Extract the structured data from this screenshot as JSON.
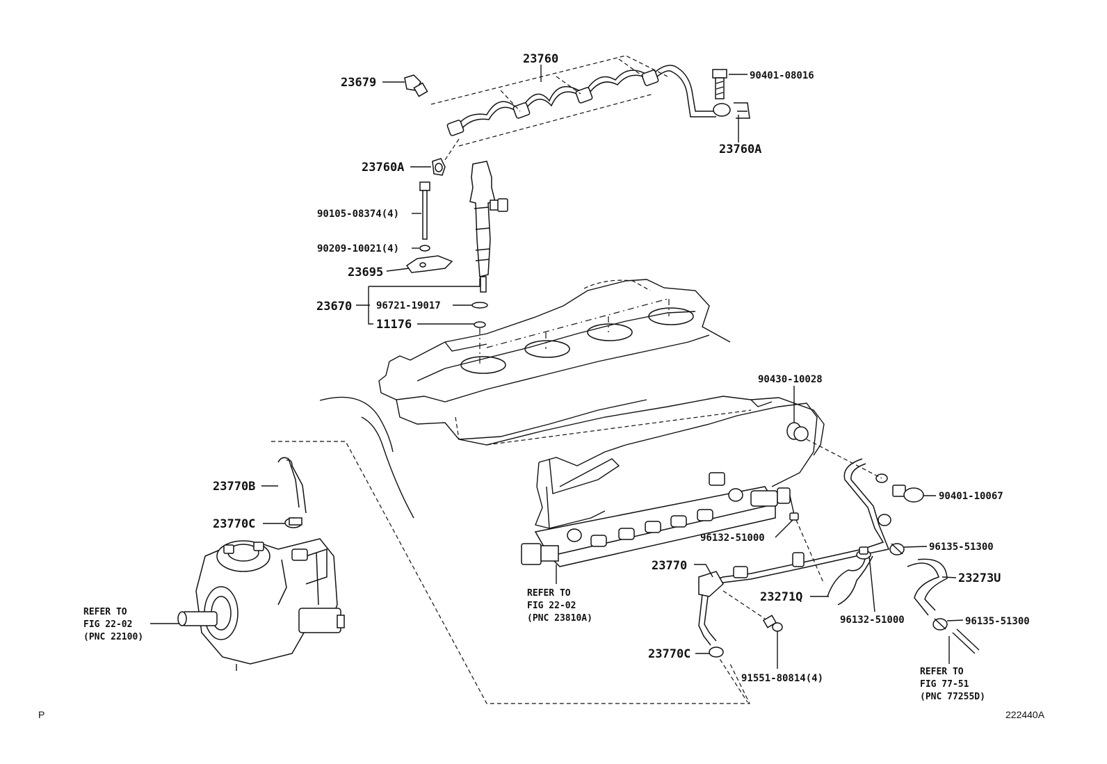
{
  "diagram": {
    "labels": {
      "p23760": "23760",
      "p23679": "23679",
      "p90401_08016": "90401-08016",
      "p23760A_right": "23760A",
      "p23760A_left": "23760A",
      "p90105_08374": "90105-08374(4)",
      "p90209_10021": "90209-10021(4)",
      "p23695": "23695",
      "p23670": "23670",
      "p96721_19017": "96721-19017",
      "p11176": "11176",
      "p90430_10028": "90430-10028",
      "p90401_10067": "90401-10067",
      "p23770B": "23770B",
      "p23770C_top": "23770C",
      "p96132_51000_top": "96132-51000",
      "p96135_51300_top": "96135-51300",
      "p23770": "23770",
      "p23273U": "23273U",
      "p23271Q": "23271Q",
      "p96132_51000_bottom": "96132-51000",
      "p96135_51300_bottom": "96135-51300",
      "p23770C_bottom": "23770C",
      "p91551_80814": "91551-80814(4)"
    },
    "references": {
      "pump": [
        "REFER TO",
        "FIG 22-02",
        "(PNC 22100)"
      ],
      "rail": [
        "REFER TO",
        "FIG 22-02",
        "(PNC 23810A)"
      ],
      "hose": [
        "REFER TO",
        "FIG 77-51",
        "(PNC 77255D)"
      ]
    },
    "footer": {
      "left_mark": "P",
      "figure_id": "222440A"
    }
  }
}
